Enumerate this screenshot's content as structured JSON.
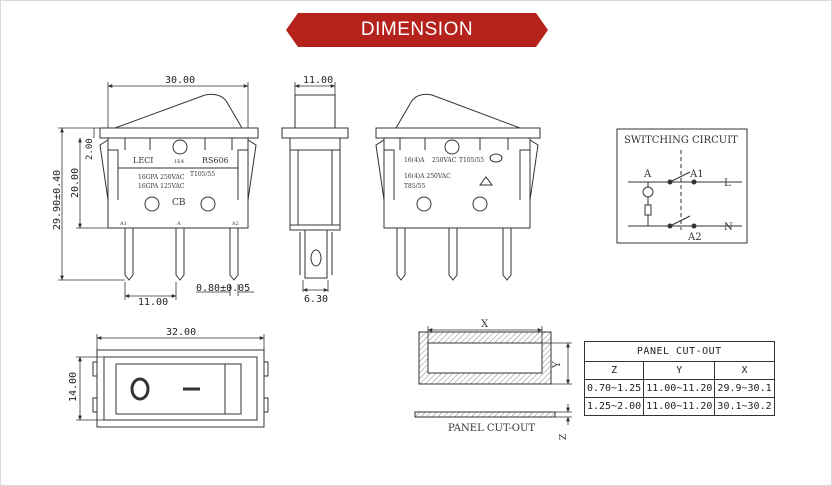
{
  "banner": {
    "title": "DIMENSION",
    "color": "#b5221c"
  },
  "dimensions": {
    "side_width": "30.00",
    "total_height": "29.90±0.40",
    "body_height": "20.00",
    "flange": "2.00",
    "pin_spacing": "11.00",
    "pin_thickness": "0.80±0.05",
    "end_width": "11.00",
    "terminal_width": "6.30",
    "top_length": "32.00",
    "top_width": "14.00"
  },
  "markings_left": {
    "brand": "LECI",
    "code": "1E4",
    "model": "RS606",
    "rating1": "16GPA 250VAC",
    "rating2": "16GPA 125VAC",
    "temp": "T105/55",
    "cert": "CB",
    "pins": [
      "A1",
      "A",
      "A2"
    ]
  },
  "markings_right": {
    "rating1": "16(4)A",
    "volt1": "250VAC",
    "temp": "T105/55",
    "rating2": "16(4)A  250VAC",
    "temp2": "T85/55"
  },
  "circuit": {
    "title": "SWITCHING CIRCUIT",
    "labels": {
      "a": "A",
      "a1": "A1",
      "a2": "A2",
      "l": "L",
      "n": "N"
    }
  },
  "panel": {
    "x_label": "X",
    "y_label": "Y",
    "z_label": "Z",
    "caption": "PANEL CUT-OUT",
    "table": {
      "title": "PANEL CUT-OUT",
      "headers": [
        "Z",
        "Y",
        "X"
      ],
      "rows": [
        [
          "0.70~1.25",
          "11.00~11.20",
          "29.9~30.1"
        ],
        [
          "1.25~2.00",
          "11.00~11.20",
          "30.1~30.2"
        ]
      ]
    }
  },
  "rocker_symbols": {
    "off": "O",
    "on": "—"
  }
}
